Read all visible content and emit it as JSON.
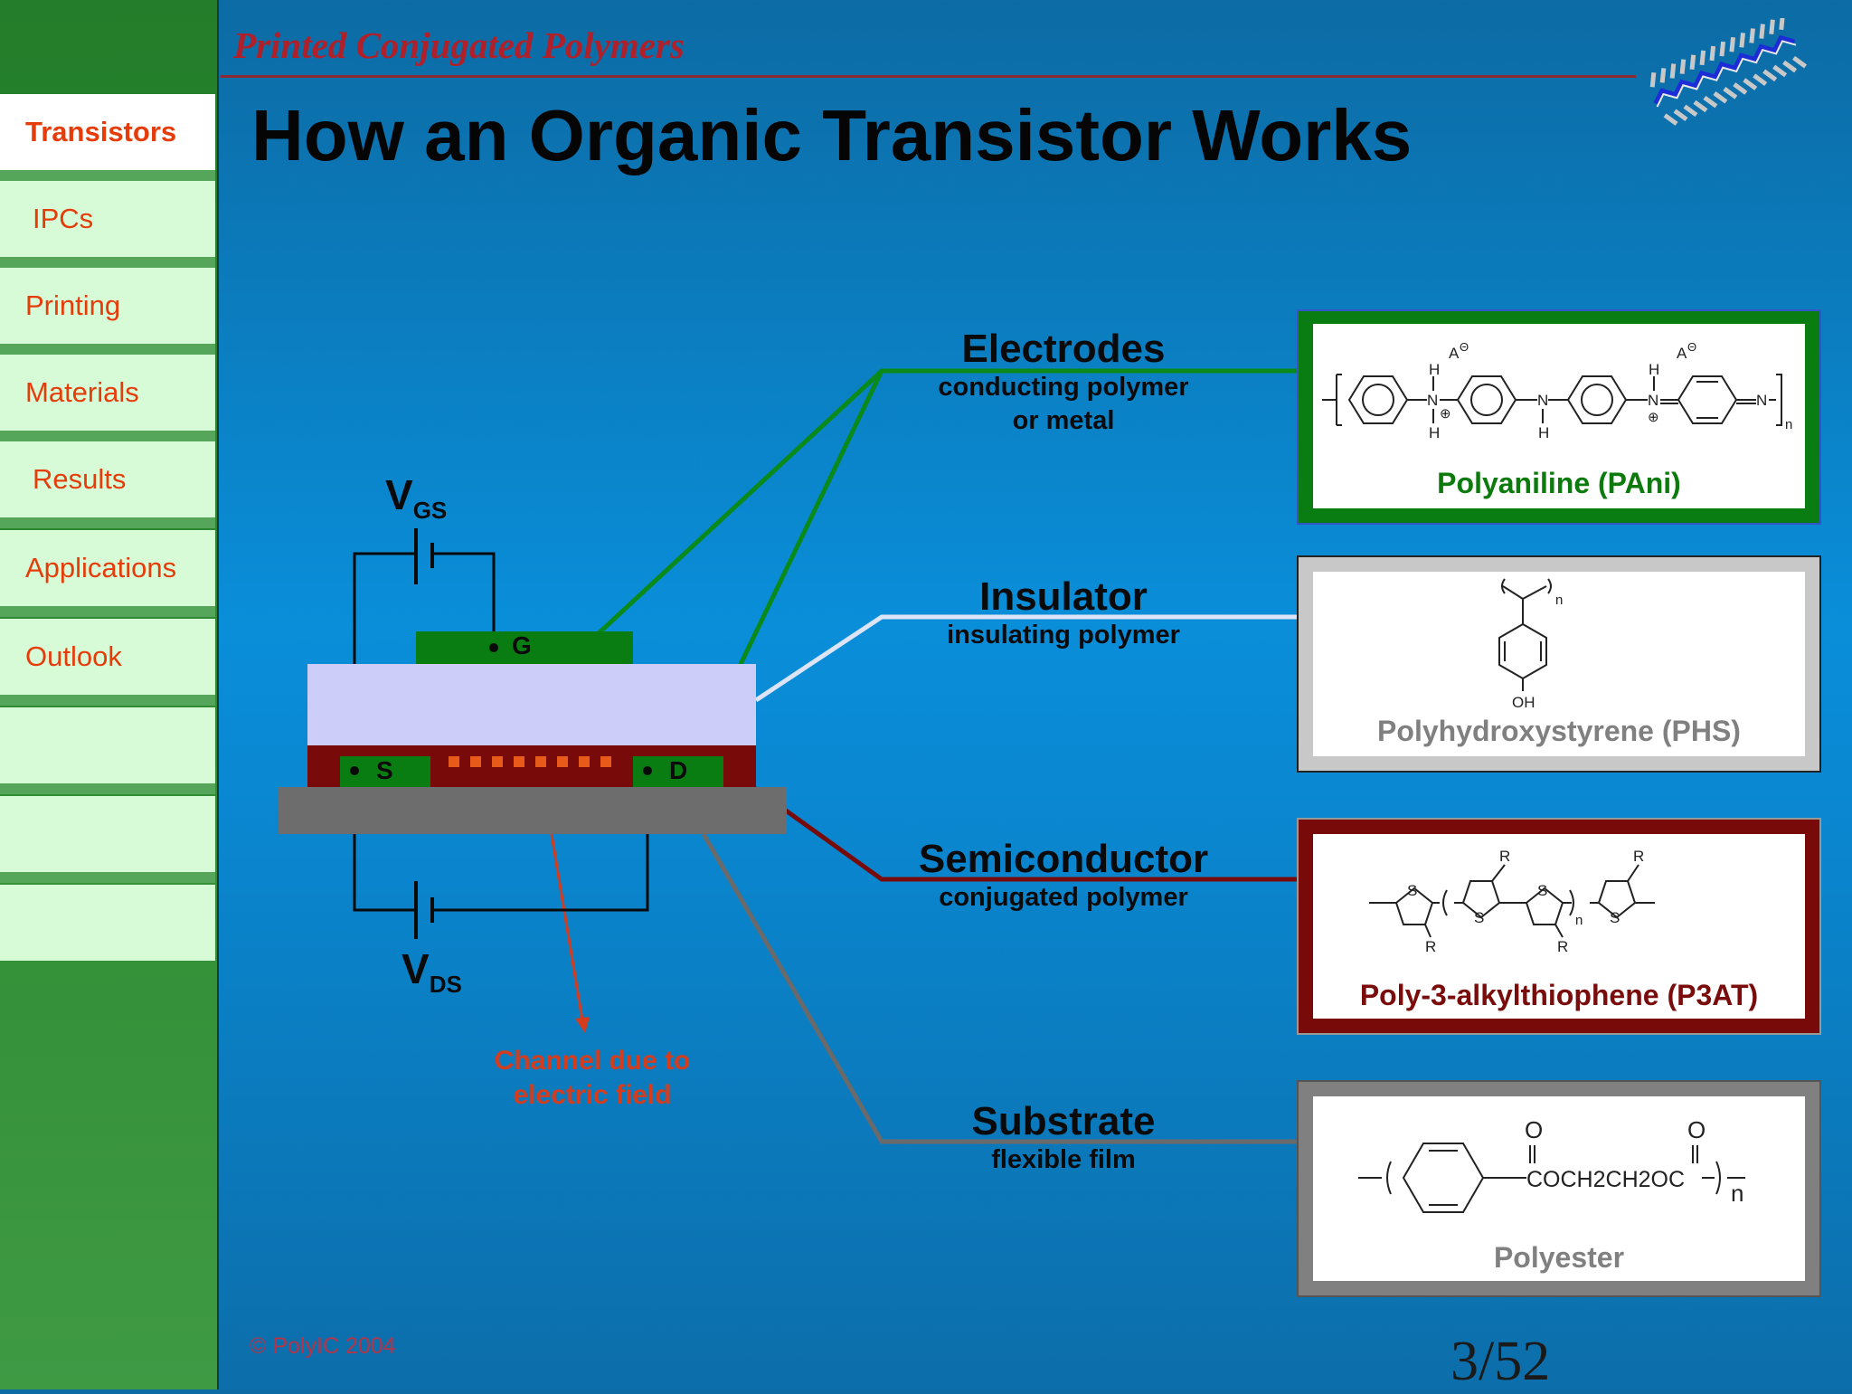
{
  "header": {
    "title": "Printed Conjugated Polymers",
    "slide_title": "How an Organic Transistor Works"
  },
  "sidebar": {
    "items": [
      {
        "label": "Transistors",
        "active": true
      },
      {
        "label": "IPCs"
      },
      {
        "label": "Printing"
      },
      {
        "label": "Materials"
      },
      {
        "label": "Results"
      },
      {
        "label": "Applications"
      },
      {
        "label": "Outlook"
      },
      {
        "label": ""
      },
      {
        "label": ""
      },
      {
        "label": ""
      }
    ]
  },
  "device": {
    "gate": "G",
    "source": "S",
    "drain": "D",
    "vgs": {
      "main": "V",
      "sub": "GS"
    },
    "vds": {
      "main": "V",
      "sub": "DS"
    },
    "channel_note": "Channel due to electric field"
  },
  "layers": {
    "electrodes": {
      "title": "Electrodes",
      "subtitle_1": "conducting polymer",
      "subtitle_2": "or metal"
    },
    "insulator": {
      "title": "Insulator",
      "subtitle": "insulating polymer"
    },
    "semiconductor": {
      "title": "Semiconductor",
      "subtitle": "conjugated polymer"
    },
    "substrate": {
      "title": "Substrate",
      "subtitle": "flexible film"
    }
  },
  "materials": {
    "pani": {
      "name": "Polyaniline (PAni)",
      "color": "#0c7a0c"
    },
    "phs": {
      "name": "Polyhydroxystyrene (PHS)",
      "color": "#808080"
    },
    "p3at": {
      "name": "Poly-3-alkylthiophene (P3AT)",
      "color": "#7a0c0c"
    },
    "polyester": {
      "name": "Polyester",
      "color": "#808080"
    }
  },
  "formula_text": {
    "anion": "A",
    "anion_sup": "Θ",
    "h": "H",
    "n": "N",
    "plus": "⊕",
    "sub_n": "n",
    "oh": "OH",
    "s": "S",
    "r": "R",
    "o": "O",
    "polyester_chain": "COCH2CH2OC"
  },
  "footer": {
    "copyright": "© PolyIC 2004",
    "page": "3/52"
  },
  "colors": {
    "gate_green": "#0a7d12",
    "insulator": "#cccdf8",
    "semiconductor": "#780a0a",
    "substrate": "#6d6d6d",
    "nav_text": "#e63c0a"
  }
}
